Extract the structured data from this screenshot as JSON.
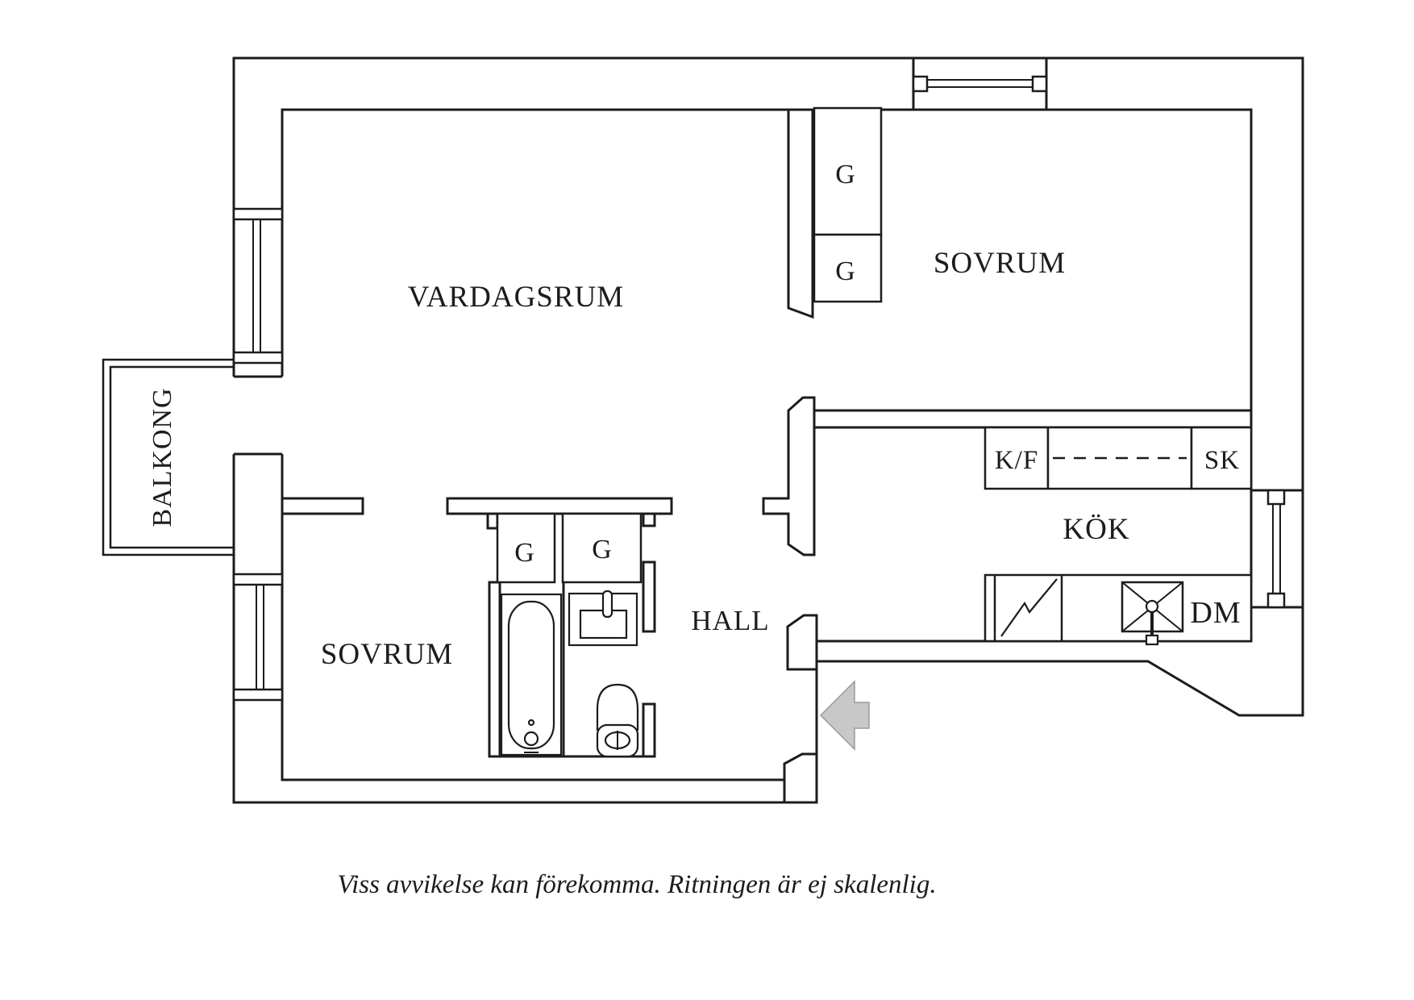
{
  "document": {
    "type": "apartment-floor-plan",
    "caption": "Viss avvikelse kan förekomma. Ritningen är ej skalenlig."
  },
  "colors": {
    "background": "#ffffff",
    "line": "#1c1c1c",
    "arrow_fill": "#c8c8c8",
    "arrow_stroke": "#9a9a9a"
  },
  "rooms": {
    "living": "VARDAGSRUM",
    "bedroom_top": "SOVRUM",
    "bedroom_bottom": "SOVRUM",
    "kitchen": "KÖK",
    "hall": "HALL",
    "balcony": "BALKONG"
  },
  "closets": {
    "g1": "G",
    "g2": "G",
    "g3": "G",
    "g4": "G"
  },
  "kitchen_units": {
    "fridge_freezer": "K/F",
    "cabinet": "SK",
    "dishwasher": "DM"
  }
}
